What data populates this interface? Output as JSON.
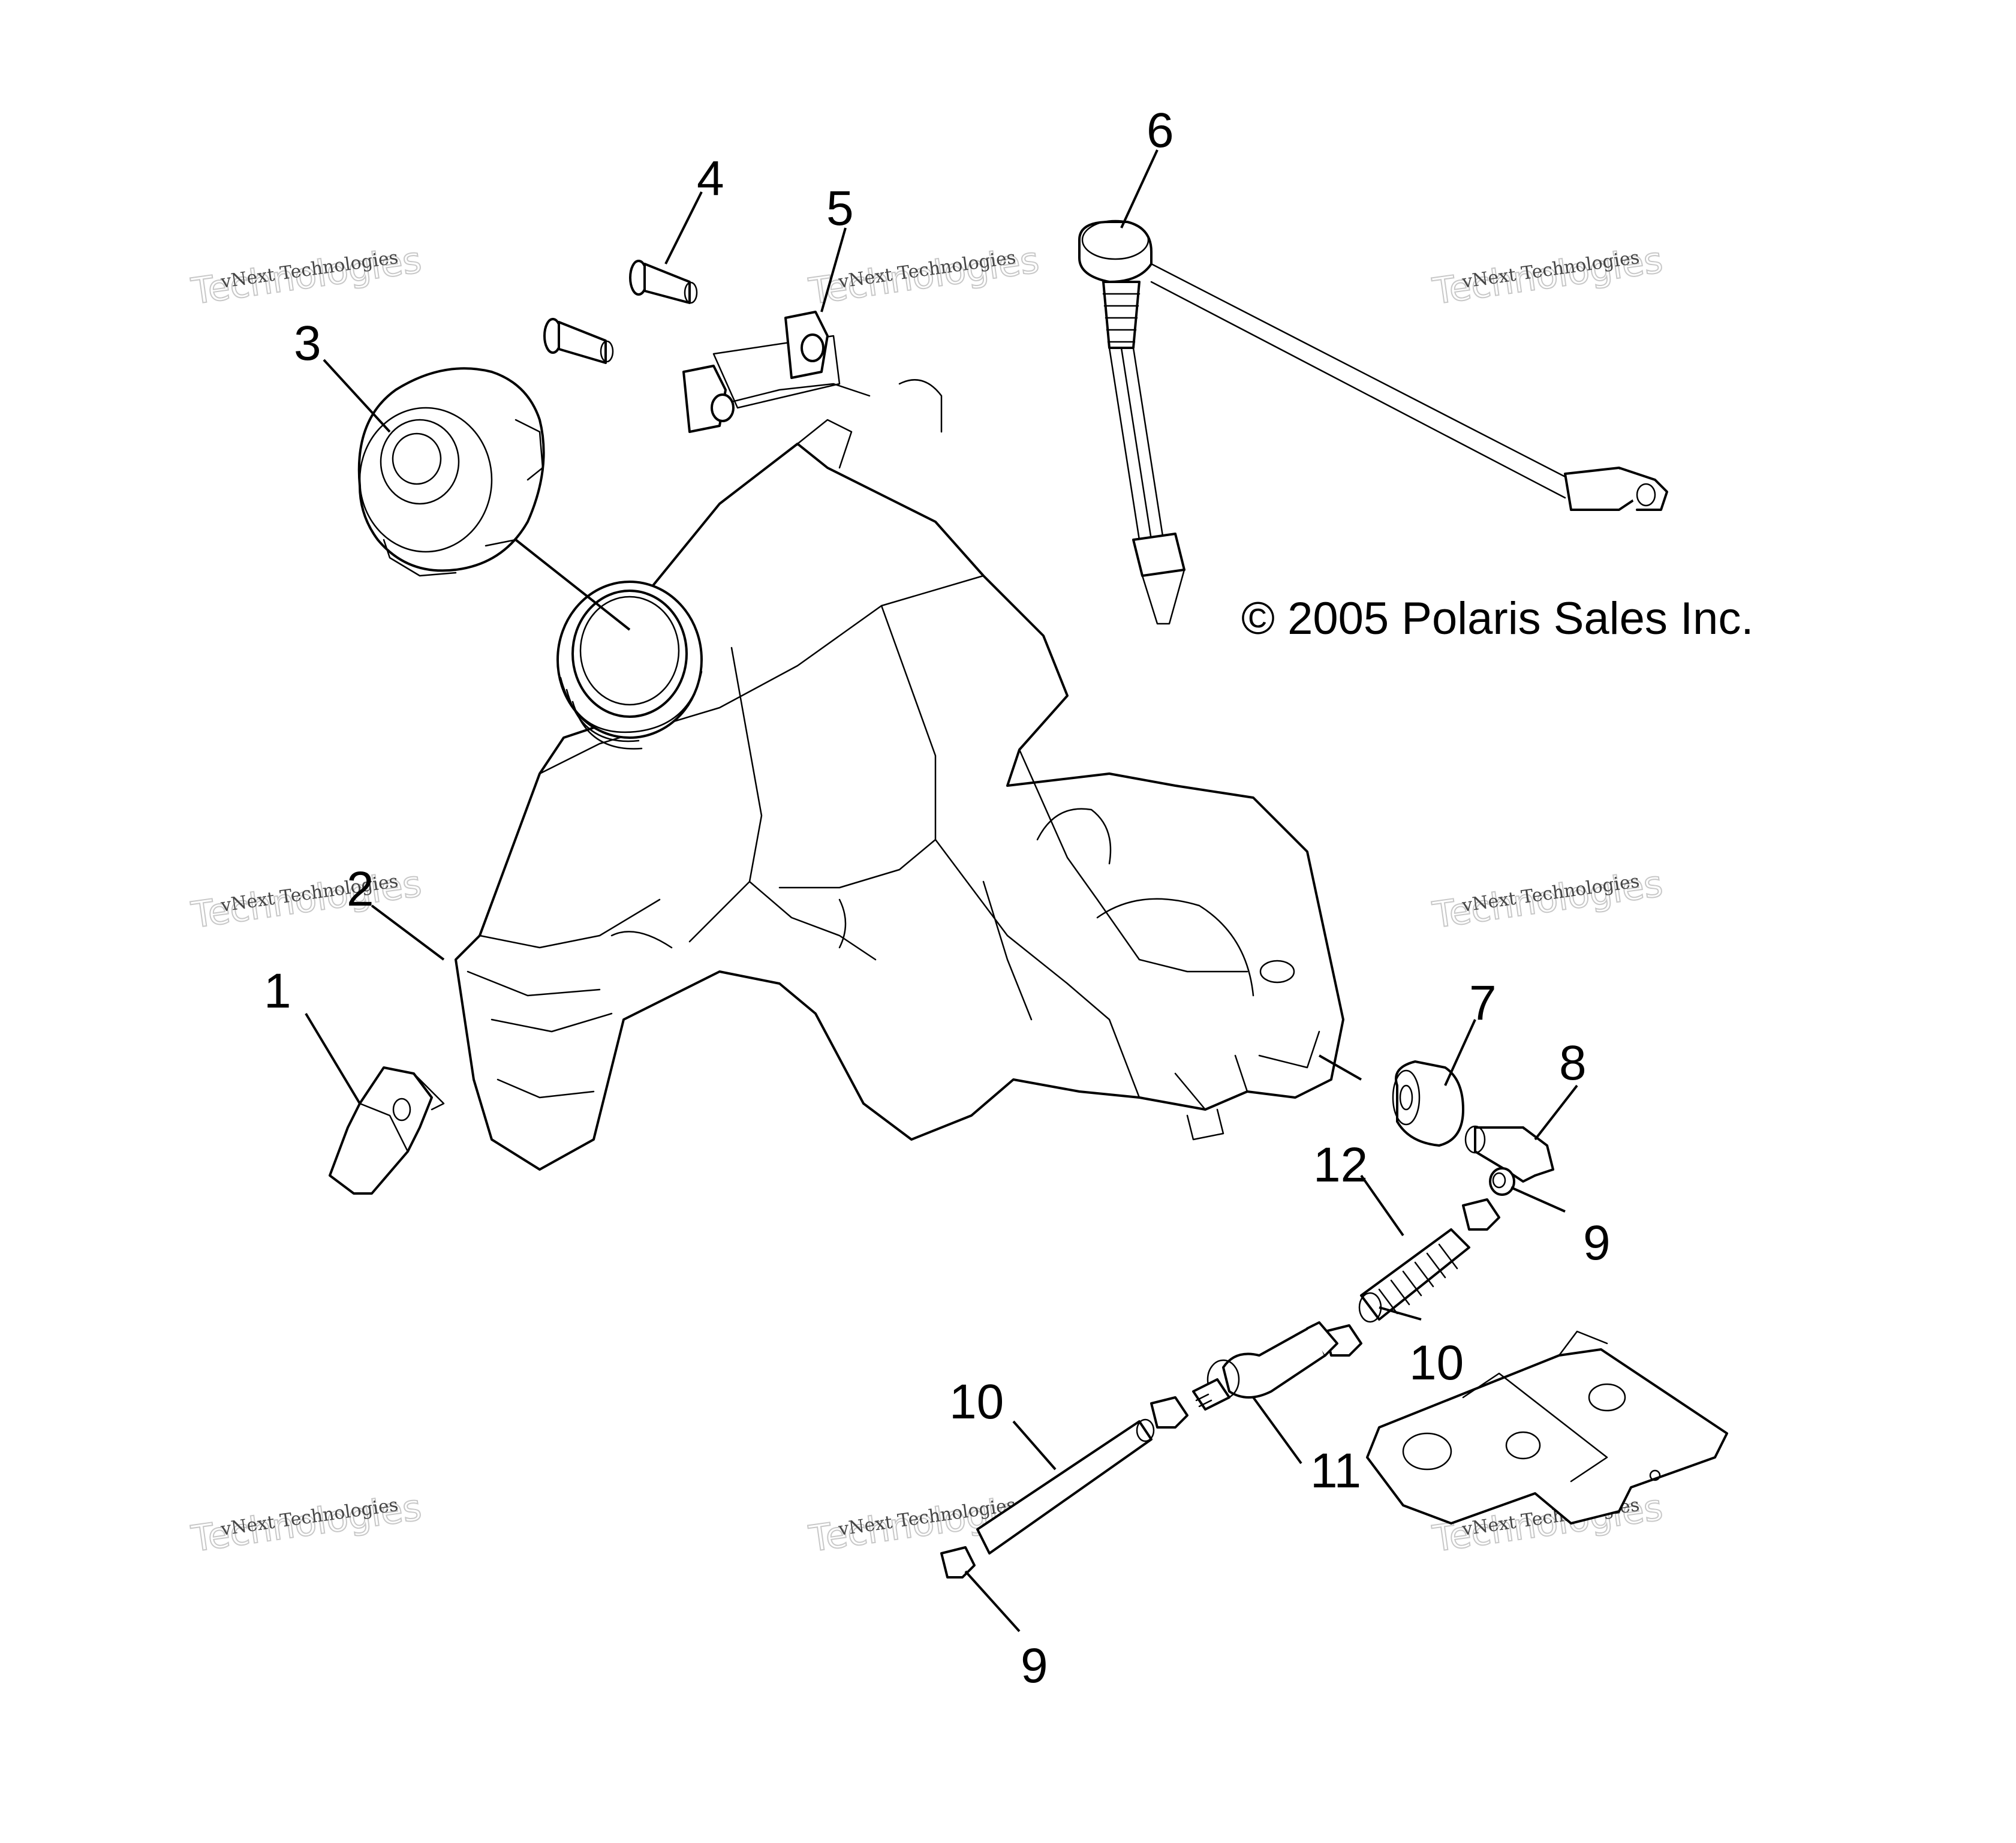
{
  "copyright": "© 2005 Polaris Sales Inc.",
  "watermark": {
    "line1": "vNext Technologies",
    "line2": "vNext",
    "line3": "Technologies"
  },
  "callouts": {
    "c1": "1",
    "c2": "2",
    "c3": "3",
    "c4": "4",
    "c5": "5",
    "c6": "6",
    "c7": "7",
    "c8": "8",
    "c9a": "9",
    "c9b": "9",
    "c10a": "10",
    "c10b": "10",
    "c11": "11",
    "c12": "12"
  },
  "parts": [
    {
      "id": 1,
      "icon": "bracket-clip"
    },
    {
      "id": 2,
      "icon": "fuel-tank"
    },
    {
      "id": 3,
      "icon": "fuel-cap"
    },
    {
      "id": 4,
      "icon": "rivet"
    },
    {
      "id": 5,
      "icon": "speed-nut"
    },
    {
      "id": 6,
      "icon": "fuel-sender"
    },
    {
      "id": 7,
      "icon": "grommet"
    },
    {
      "id": 8,
      "icon": "elbow-fitting"
    },
    {
      "id": 9,
      "icon": "hose-clamp"
    },
    {
      "id": 10,
      "icon": "fuel-hose"
    },
    {
      "id": 11,
      "icon": "fuel-filter"
    },
    {
      "id": 12,
      "icon": "hose-spring"
    }
  ],
  "colors": {
    "line": "#000000",
    "background": "#ffffff",
    "watermark": "#c8c8c8"
  }
}
